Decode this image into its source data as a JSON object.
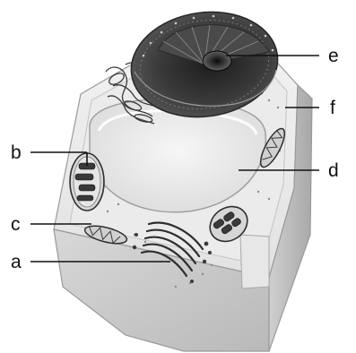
{
  "diagram": {
    "labels": {
      "a": "a",
      "b": "b",
      "c": "c",
      "d": "d",
      "e": "e",
      "f": "f"
    }
  }
}
